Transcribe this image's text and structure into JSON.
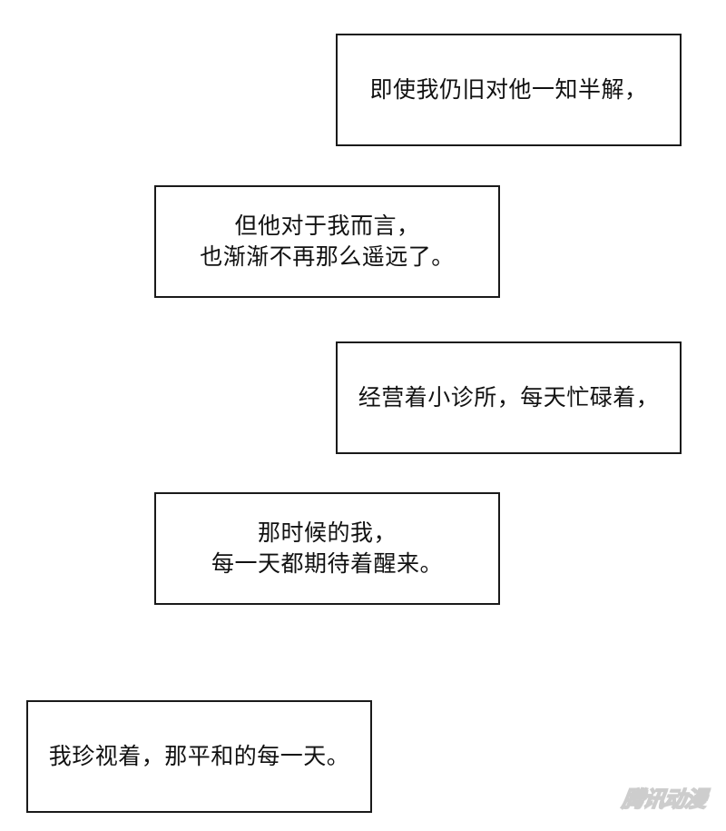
{
  "captions": [
    {
      "lines": [
        "即使我仍旧对他一知半解，"
      ]
    },
    {
      "lines": [
        "但他对于我而言，",
        "也渐渐不再那么遥远了。"
      ]
    },
    {
      "lines": [
        "经营着小诊所，每天忙碌着，"
      ]
    },
    {
      "lines": [
        "那时候的我，",
        "每一天都期待着醒来。"
      ]
    },
    {
      "lines": [
        "我珍视着，那平和的每一天。"
      ]
    }
  ],
  "watermark": "腾讯动漫"
}
